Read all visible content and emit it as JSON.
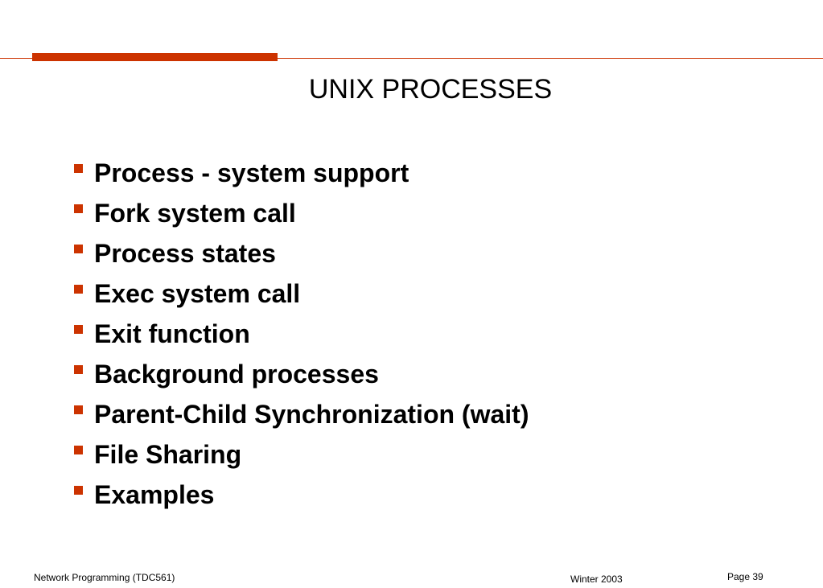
{
  "slide": {
    "title": "UNIX PROCESSES",
    "accent_color": "#cc3300",
    "bullets": [
      {
        "label": "Process - system support"
      },
      {
        "label": "Fork system call"
      },
      {
        "label": "Process states"
      },
      {
        "label": "Exec system call"
      },
      {
        "label": "Exit function"
      },
      {
        "label": "Background processes"
      },
      {
        "label": "Parent-Child Synchronization (wait)"
      },
      {
        "label": "File Sharing"
      },
      {
        "label": "Examples"
      }
    ]
  },
  "footer": {
    "course": "Network Programming (TDC561)",
    "term": "Winter  2003",
    "page": "Page 39"
  }
}
